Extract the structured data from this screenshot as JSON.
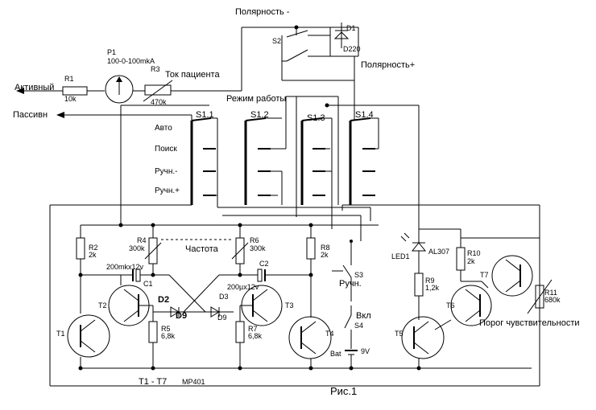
{
  "labels": {
    "polarity_minus": "Полярность -",
    "polarity_plus": "Полярность+",
    "s2": "S2",
    "d1": "D1",
    "d220": "D220",
    "p1": "P1",
    "p1_value": "100-0-100mkA",
    "r3": "R3",
    "patient_current": "Ток пациента",
    "r3_value": "470k",
    "active": "Активный",
    "r1": "R1",
    "r1_value": "10k",
    "passive": "Пассивн",
    "mode": "Режим работы",
    "s1_1": "S1.1",
    "s1_2": "S1.2",
    "s1_3": "S1.3",
    "s1_4": "S1.4",
    "auto": "Авто",
    "search": "Поиск",
    "manual_minus": "Ручн.-",
    "manual_plus": "Ручн.+",
    "r2": "R2",
    "r2_value": "2k",
    "r4": "R4",
    "r4_value": "300k",
    "frequency": "Частота",
    "r6": "R6",
    "r6_value": "300k",
    "r8": "R8",
    "r8_value": "2k",
    "c1_value": "200mkx12v",
    "c1": "C1",
    "c2": "C2",
    "c2_value": "200µx12v",
    "s3": "S3",
    "manual": "Ручн.",
    "t2": "T2",
    "d2": "D2",
    "d9a": "D9",
    "d3": "D3",
    "d9b": "D9",
    "t3": "T3",
    "on": "Вкл",
    "t1": "T1",
    "r5": "R5",
    "r5_value": "6,8k",
    "r7": "R7",
    "r7_value": "6,8k",
    "t4": "T4",
    "s4": "S4",
    "bat": "Bat",
    "bat_value": "9V",
    "transistors": "T1 - T7",
    "transistor_type": "MP401",
    "figure": "Рис.1",
    "led1": "LED1",
    "al307": "AL307",
    "r10": "R10",
    "r10_value": "2k",
    "t7": "T7",
    "r9": "R9",
    "r9_value": "1,2k",
    "t6": "T6",
    "r11": "R11",
    "r11_value": "680k",
    "threshold": "Порог чувствительности",
    "t5": "T5"
  }
}
